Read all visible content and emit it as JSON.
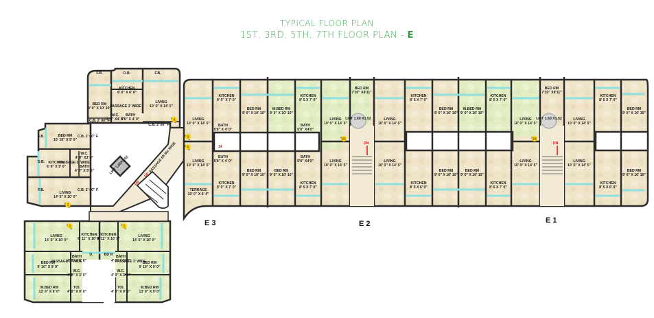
{
  "title": {
    "line1": "TYPICAL FLOOR PLAN",
    "line2": "1ST, 3RD, 5TH, 7TH FLOOR PLAN -",
    "wing_letter": "E"
  },
  "colors": {
    "title": "#3fa84e",
    "wall": "#2b2b2b",
    "floor_beige": "#efe3c8",
    "floor_green": "#e3edc4",
    "window": "#8fe0dc",
    "door_marker": "#f5d800",
    "stair_arrow": "#d01818"
  },
  "wings": [
    {
      "label": "E 3"
    },
    {
      "label": "E 2"
    },
    {
      "label": "E 1"
    }
  ],
  "common": {
    "lift_small": "LIFT 1.60X1.52",
    "passage_diag": "PASSAGE 6ft 8in WIDE",
    "stairs_dn": "DN",
    "stairs_up": "UP",
    "lift_e2": "LIFT\n1.60 X1.52",
    "lift_e1": "LIFT\n1.60 X1.52",
    "door_14": "14"
  },
  "door_markers": [
    "1",
    "2",
    "3",
    "4",
    "5",
    "6",
    "23",
    "24"
  ],
  "rooms": [
    {
      "id": "nw-bed",
      "name": "BED RM",
      "size": "9' 0\" X 10' 10\""
    },
    {
      "id": "nw-kitchen",
      "name": "KITCHEN",
      "size": "9' 0\" X 6' 9\""
    },
    {
      "id": "nw-living",
      "name": "LIVING",
      "size": "10' 0\" X 14' 5\""
    },
    {
      "id": "nw-passage",
      "name": "PASSAGE 3' WIDE",
      "size": ""
    },
    {
      "id": "nw-wc",
      "name": "W.C.",
      "size": "3' 0\" X4' 0\""
    },
    {
      "id": "nw-bath",
      "name": "BATH",
      "size": "5'6\" X 4' 0\""
    },
    {
      "id": "nw-cb1",
      "name": "C.B. 2' 00\" F",
      "size": ""
    },
    {
      "id": "nw-cb2",
      "name": "C.B. 2' 00\" FT",
      "size": ""
    },
    {
      "id": "nw-db",
      "name": "D.B.",
      "size": ""
    },
    {
      "id": "nw-fb1",
      "name": "F.B.",
      "size": ""
    },
    {
      "id": "nw-fb2",
      "name": "F.B.",
      "size": ""
    },
    {
      "id": "w-bed",
      "name": "BED RM",
      "size": "10' 10\" X 9' 0\""
    },
    {
      "id": "w-kitchen",
      "name": "KITCHEN",
      "size": "6' 9\" X 9' 0\""
    },
    {
      "id": "w-living",
      "name": "LIVING",
      "size": "14' 5\" X 10' 0\""
    },
    {
      "id": "w-wc",
      "name": "W.C.",
      "size": "4' 0\" X3' 0\""
    },
    {
      "id": "w-bath",
      "name": "BATH",
      "size": "4' 0\" X 5' 6\""
    },
    {
      "id": "w-passage",
      "name": "PASSAGE 3' WIDE",
      "size": ""
    },
    {
      "id": "w-cb1",
      "name": "C.B. 2' 00\" F",
      "size": ""
    },
    {
      "id": "w-cb2",
      "name": "C.B. 2' 00\" F",
      "size": ""
    },
    {
      "id": "w-fb1",
      "name": "F.B.",
      "size": ""
    },
    {
      "id": "w-db",
      "name": "D.B.",
      "size": ""
    },
    {
      "id": "w-fb2",
      "name": "F.B.",
      "size": ""
    },
    {
      "id": "sw-living",
      "name": "LIVING",
      "size": "14' 5\" X 10' 0\""
    },
    {
      "id": "sw-kitchen",
      "name": "KITCHEN",
      "size": "8' 11\" X 10' 0\""
    },
    {
      "id": "sw-bed",
      "name": "BED RM",
      "size": "9' 10\" X 9' 0\""
    },
    {
      "id": "sw-mbed",
      "name": "M.BED RM",
      "size": "13' 0\" X 9' 0\""
    },
    {
      "id": "sw-bath",
      "name": "BATH",
      "size": "4' 0\" X 5' 6\""
    },
    {
      "id": "sw-wc",
      "name": "W.C.",
      "size": "4' 0\" X 3' 0\""
    },
    {
      "id": "sw-toi",
      "name": "TOI.",
      "size": "4' 0\" X 9' 0\""
    },
    {
      "id": "sw-passage",
      "name": "PASSAGE 3' WIDE",
      "size": ""
    },
    {
      "id": "sw-d",
      "name": "D.",
      "size": ""
    },
    {
      "id": "se-living",
      "name": "LIVING",
      "size": "14' 5\" X 10' 0\""
    },
    {
      "id": "se-kitchen",
      "name": "KITCHEN",
      "size": "8' 11\" X 10' 0\""
    },
    {
      "id": "se-bed",
      "name": "BED RM",
      "size": "9' 10\" X 9' 0\""
    },
    {
      "id": "se-mbed",
      "name": "M.BED RM",
      "size": "13' 0\" X 9' 0\""
    },
    {
      "id": "se-bath",
      "name": "BATH",
      "size": "4' 0\" X 5' 6\""
    },
    {
      "id": "se-wc",
      "name": "W.C.",
      "size": "4' 0\" X 3' 0\""
    },
    {
      "id": "se-toi",
      "name": "TOI.",
      "size": "4' 0\" X 9' 0\""
    },
    {
      "id": "se-passage",
      "name": "PASSAGE 3' WIDE",
      "size": ""
    },
    {
      "id": "se-db",
      "name": "BD R",
      "size": ""
    },
    {
      "id": "e3-living-top",
      "name": "LIVING",
      "size": "10' 0\" X 14' 5\""
    },
    {
      "id": "e3-living-bot",
      "name": "LIVING",
      "size": "10' 0\" X 14' 5\""
    },
    {
      "id": "e3-terrace",
      "name": "TERRACE",
      "size": "10' 0\" X 6' 4\""
    },
    {
      "id": "e3-kitchen-top",
      "name": "KITCHEN",
      "size": "9' 0\" X 7' 0\""
    },
    {
      "id": "e3-kitchen-bot",
      "name": "KITCHEN",
      "size": "9' 0\" X 7' 0\""
    },
    {
      "id": "e3-bed-top",
      "name": "BED RM",
      "size": "9' 0\" X 10' 10\""
    },
    {
      "id": "e3-mbed-top",
      "name": "M.BED RM",
      "size": "9' 0\" X 10' 10\""
    },
    {
      "id": "e3-bed-bot1",
      "name": "BED RM",
      "size": "9' 0\" X 10' 10\""
    },
    {
      "id": "e3-bed-bot2",
      "name": "BED RM",
      "size": "9' 0\" X 10' 10\""
    },
    {
      "id": "e3-kitchen-top2",
      "name": "KITCHEN",
      "size": "8' 5 X 7' 0\""
    },
    {
      "id": "e3-kitchen-bot2",
      "name": "KITCHEN",
      "size": "8' 5 X 7' 0\""
    },
    {
      "id": "e3-bath-top1",
      "name": "BATH",
      "size": "5'6\" X 4' 0\""
    },
    {
      "id": "e3-bath-bot1",
      "name": "BATH",
      "size": "5'6\" X 4' 0\""
    },
    {
      "id": "e3-bath-top2",
      "name": "BATH",
      "size": "5'0\" X4'0\""
    },
    {
      "id": "e3-bath-bot2",
      "name": "BATH",
      "size": "5'0\" X4'0\""
    },
    {
      "id": "e2-bed-lift",
      "name": "BED RM",
      "size": "7'10\" X8'11\""
    },
    {
      "id": "e2-living-l-top",
      "name": "LIVING",
      "size": "10' 0\" X 14' 5\""
    },
    {
      "id": "e2-living-l-bot",
      "name": "LIVING",
      "size": "10' 0\" X 14' 5\""
    },
    {
      "id": "e2-living-r-top",
      "name": "LIVING",
      "size": "10' 0\" X 14' 5\""
    },
    {
      "id": "e2-living-r-bot",
      "name": "LIVING",
      "size": "10' 0\" X 14' 5\""
    },
    {
      "id": "e2-kitchen-top1",
      "name": "KITCHEN",
      "size": "8' 5 X 7' 0\""
    },
    {
      "id": "e2-kitchen-bot1",
      "name": "KITCHEN",
      "size": "8' 5 X 6' 9\""
    },
    {
      "id": "e2-bed-top",
      "name": "BED RM",
      "size": "9' 0\" X 10' 10\""
    },
    {
      "id": "e2-mbed-top",
      "name": "M.BED RM",
      "size": "9' 0\" X 10' 10\""
    },
    {
      "id": "e2-bed-bot1",
      "name": "BED RM",
      "size": "9' 0\" X 10' 10\""
    },
    {
      "id": "e2-bed-bot2",
      "name": "BED RM",
      "size": "9' 0\" X 10' 10\""
    },
    {
      "id": "e2-kitchen-top2",
      "name": "KITCHEN",
      "size": "8' 5 X 7' 0\""
    },
    {
      "id": "e2-kitchen-bot2",
      "name": "KITCHEN",
      "size": "8' 6 X 7' 0\""
    },
    {
      "id": "e1-bed-lift",
      "name": "BED RM",
      "size": "7'10\" X8'11\""
    },
    {
      "id": "e1-living-l-top",
      "name": "LIVING",
      "size": "10' 0\" X 14' 5\""
    },
    {
      "id": "e1-living-l-bot",
      "name": "LIVING",
      "size": "10' 0\" X 14' 5\""
    },
    {
      "id": "e1-living-r-top",
      "name": "LIVING",
      "size": "10' 0\" X 14' 5\""
    },
    {
      "id": "e1-living-r-bot",
      "name": "LIVING",
      "size": "10' 0\" X 14' 5\""
    },
    {
      "id": "e1-kitchen-top",
      "name": "KITCHEN",
      "size": "8' 5 X 7' 0\""
    },
    {
      "id": "e1-kitchen-bot",
      "name": "KITCHEN",
      "size": "8' 5 X 6' 9\""
    },
    {
      "id": "e1-bed-top",
      "name": "BED RM",
      "size": "9' 0\" X 10' 10\""
    },
    {
      "id": "e1-bed-bot",
      "name": "BED RM",
      "size": "9' 0\" X 10' 10\""
    }
  ],
  "fixtures": {
    "passage": "PASSAGE 3' WIDE",
    "wc": "W.C.",
    "wc_size": "3'0\" X4'0\"",
    "bath": "BATH",
    "bath_size": "5'0\"X4'0\"",
    "cb": "C.B. 2' 00\" F",
    "fb": "F.B.",
    "db": "D.B."
  }
}
